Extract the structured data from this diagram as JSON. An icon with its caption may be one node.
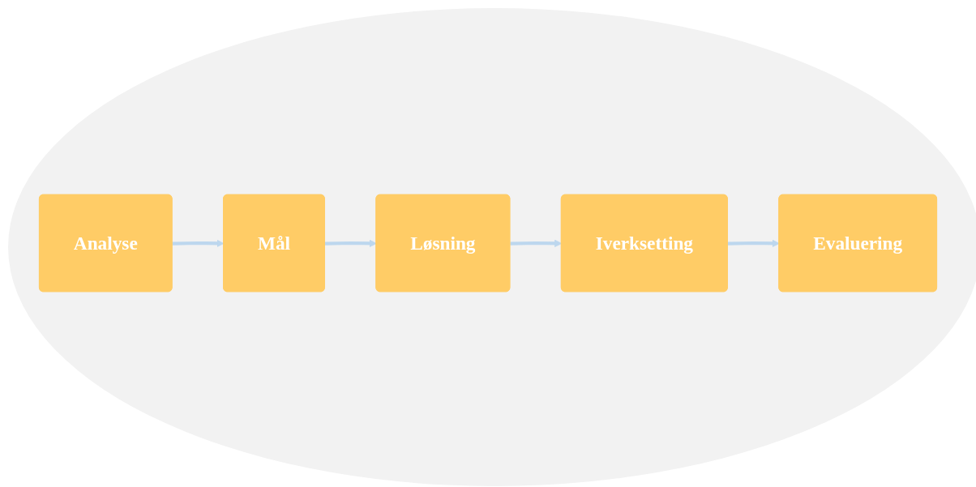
{
  "diagram": {
    "nodes": [
      {
        "text": [
          "Analyse"
        ]
      },
      {
        "text": [
          "Mål"
        ]
      },
      {
        "text": [
          "Løsning"
        ]
      },
      {
        "text": [
          "Iverksetting"
        ]
      },
      {
        "text": [
          "Evaluering"
        ]
      }
    ],
    "edges": [
      {
        "from": 0,
        "to": 1,
        "arrow": "to"
      },
      {
        "from": 1,
        "to": 2,
        "arrow": "to"
      },
      {
        "from": 2,
        "to": 3,
        "arrow": "to"
      },
      {
        "from": 3,
        "to": 4,
        "arrow": "to"
      }
    ]
  }
}
